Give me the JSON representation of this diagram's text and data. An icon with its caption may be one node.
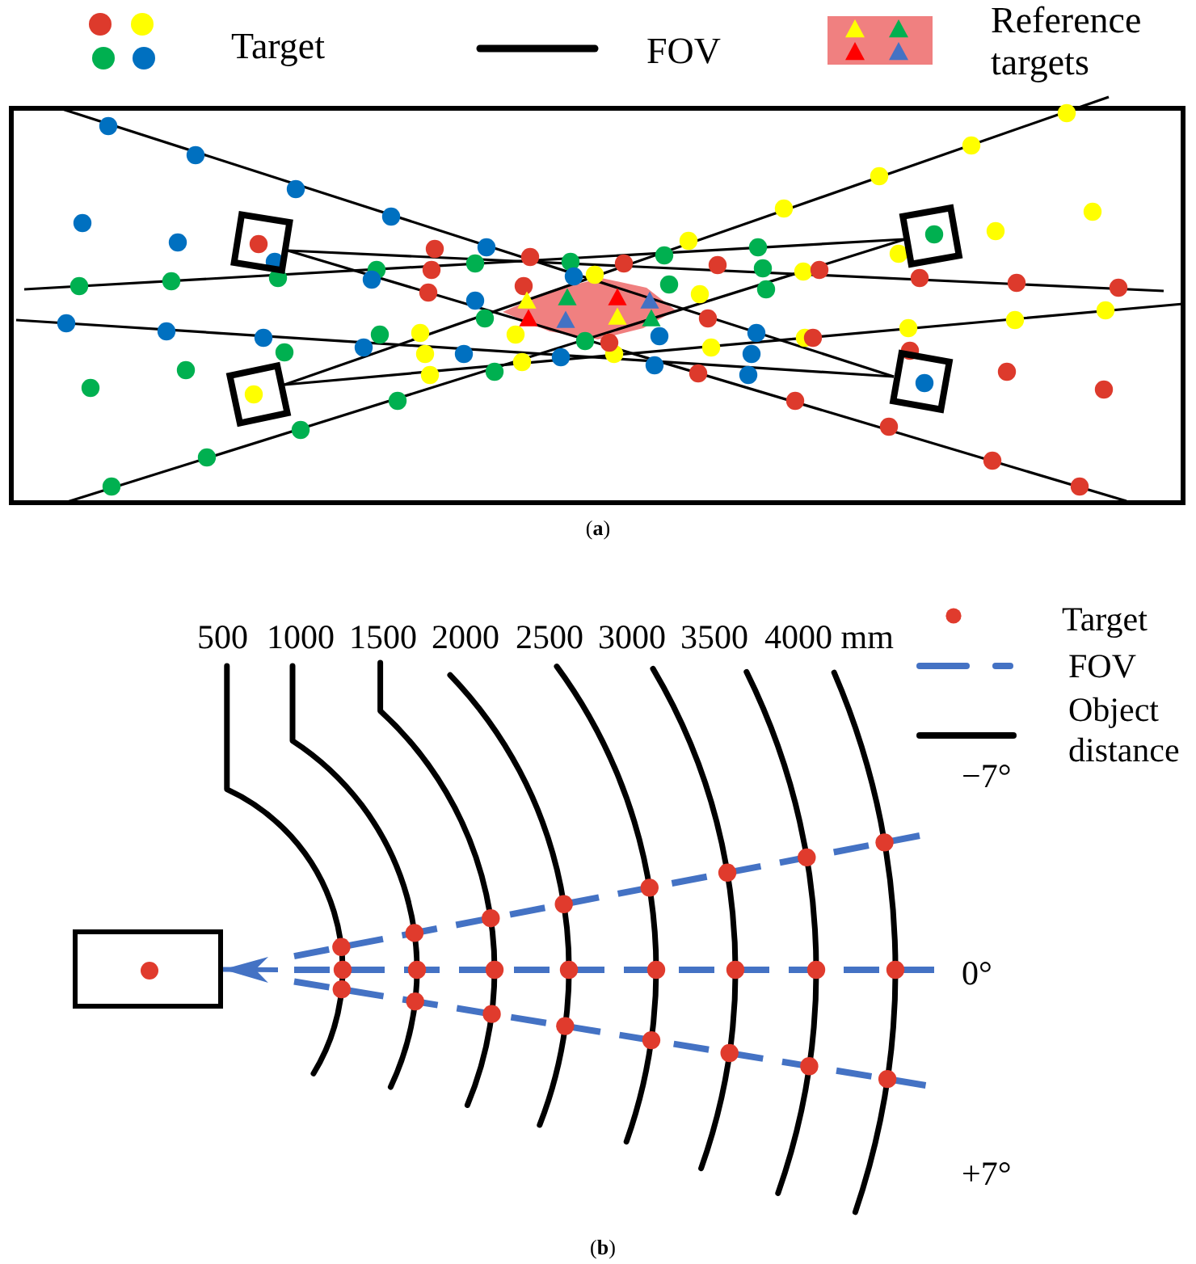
{
  "diagram": {
    "nodes": [
      {
        "text": [],
        "shape": "box"
      },
      {
        "text": [],
        "shape": "box"
      },
      {
        "text": [],
        "shape": "box"
      },
      {
        "text": [],
        "shape": "box"
      },
      {
        "text": [],
        "shape": "box"
      }
    ],
    "edges": [
      {
        "from": null,
        "to": 4,
        "arrow": "to",
        "color": "#4472c4"
      }
    ],
    "labels": [
      "(**a**)",
      "500",
      "1000",
      "1500",
      "2000",
      "2500",
      "3000",
      "3500",
      "4000 mm",
      "−7°",
      "0°",
      "+7°",
      "(**b**)"
    ],
    "legend": [
      {
        "text": "Target"
      },
      {
        "text": "FOV"
      },
      {
        "text": "Reference targets"
      },
      {
        "text": "Target"
      },
      {
        "text": "FOV"
      },
      {
        "text": "Object distance"
      }
    ]
  }
}
